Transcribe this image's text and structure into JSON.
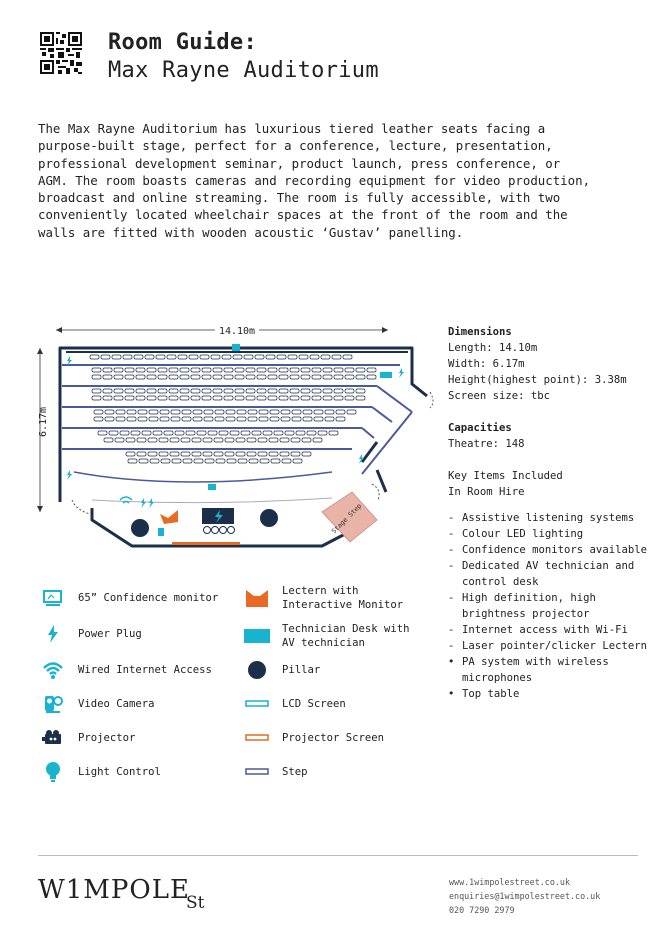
{
  "header": {
    "title": "Room Guide:",
    "subtitle": "Max Rayne Auditorium"
  },
  "intro": "The Max Rayne Auditorium has luxurious tiered leather seats facing a\npurpose-built stage, perfect for a conference, lecture, presentation,\nprofessional development seminar, product launch, press conference, or\nAGM. The room boasts cameras and recording equipment for video production,\nbroadcast and online streaming. The room is fully accessible, with two\nconveniently located wheelchair spaces at the front of the room and the\nwalls are fitted with wooden acoustic ‘Gustav’ panelling.",
  "plan": {
    "length_label": "14.10m",
    "width_label": "6.17m",
    "stage_label": "Stage Step"
  },
  "dimensions": {
    "heading": "Dimensions",
    "length": "Length: 14.10m",
    "width": "Width: 6.17m",
    "height": "Height(highest point): 3.38m",
    "screen": "Screen size: tbc"
  },
  "capacities": {
    "heading": "Capacities",
    "theatre": "Theatre: 148"
  },
  "key_items": {
    "line1": "Key Items Included",
    "line2": "In Room Hire",
    "items": [
      {
        "marker": "-",
        "text": "Assistive listening systems"
      },
      {
        "marker": "-",
        "text": "Colour LED lighting"
      },
      {
        "marker": "-",
        "text": "Confidence monitors available"
      },
      {
        "marker": "-",
        "text": "Dedicated AV technician and control desk"
      },
      {
        "marker": "-",
        "text": "High definition, high brightness projector"
      },
      {
        "marker": "-",
        "text": "Internet access with Wi-Fi"
      },
      {
        "marker": "-",
        "text": "Laser pointer/clicker Lectern"
      },
      {
        "marker": "•",
        "text": "PA system with wireless microphones"
      },
      {
        "marker": "•",
        "text": "Top table"
      }
    ]
  },
  "legend": {
    "confidence_monitor": "65” Confidence monitor",
    "power_plug": "Power Plug",
    "wired_internet": "Wired Internet Access",
    "video_camera": "Video Camera",
    "projector": "Projector",
    "light_control": "Light Control",
    "lectern": "Lectern with Interactive Monitor",
    "technician_desk": "Technician Desk with AV technician",
    "pillar": "Pillar",
    "lcd_screen": "LCD Screen",
    "projector_screen": "Projector Screen",
    "step": "Step"
  },
  "footer": {
    "logo_main": "W1MPOLE",
    "logo_suffix": "St",
    "website": "www.1wimpolestreet.co.uk",
    "email": "enquiries@1wimpolestreet.co.uk",
    "phone": "020 7290 2979"
  },
  "colors": {
    "cyan": "#17b3cf",
    "navy": "#1c2f4a",
    "orange": "#e86a24",
    "step": "#4a5a9a",
    "stage": "#e8b4a8"
  }
}
